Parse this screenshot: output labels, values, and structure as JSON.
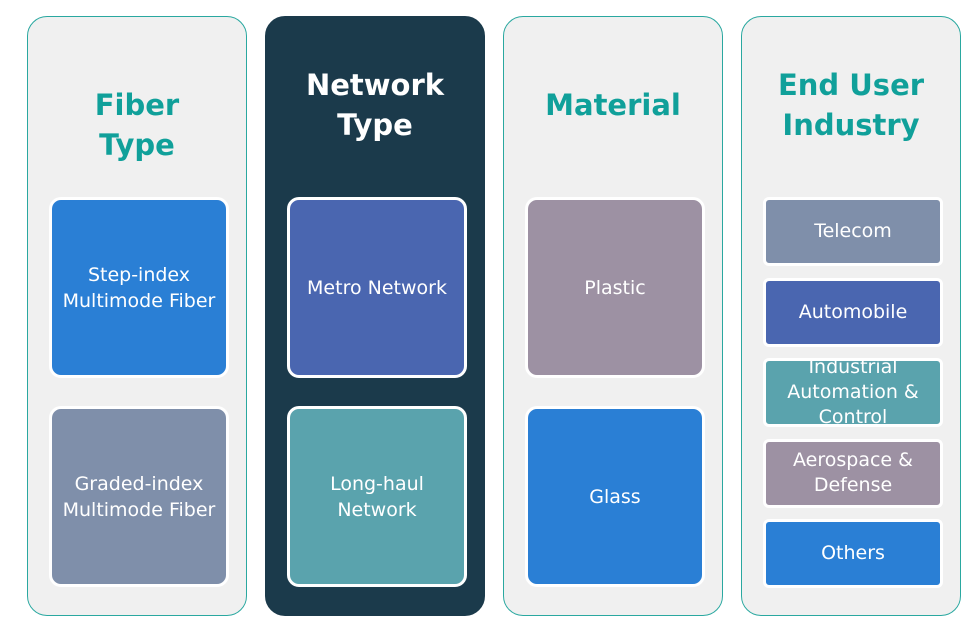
{
  "columns": [
    {
      "title": "Fiber Type",
      "items": [
        {
          "label": "Step-index Multimode Fiber",
          "color": "#2a7fd5"
        },
        {
          "label": "Graded-index Multimode Fiber",
          "color": "#7f8faa"
        }
      ]
    },
    {
      "title": "Network Type",
      "items": [
        {
          "label": "Metro Network",
          "color": "#4a66b0"
        },
        {
          "label": "Long-haul Network",
          "color": "#5aa3ad"
        }
      ]
    },
    {
      "title": "Material",
      "items": [
        {
          "label": "Plastic",
          "color": "#9d91a3"
        },
        {
          "label": "Glass",
          "color": "#2a7fd5"
        }
      ]
    },
    {
      "title": "End User Industry",
      "items": [
        {
          "label": "Telecom",
          "color": "#7f8faa"
        },
        {
          "label": "Automobile",
          "color": "#4a66b0"
        },
        {
          "label": "Industrial Automation & Control",
          "color": "#5aa3ad"
        },
        {
          "label": "Aerospace & Defense",
          "color": "#9d91a3"
        },
        {
          "label": "Others",
          "color": "#2a7fd5"
        }
      ]
    }
  ]
}
